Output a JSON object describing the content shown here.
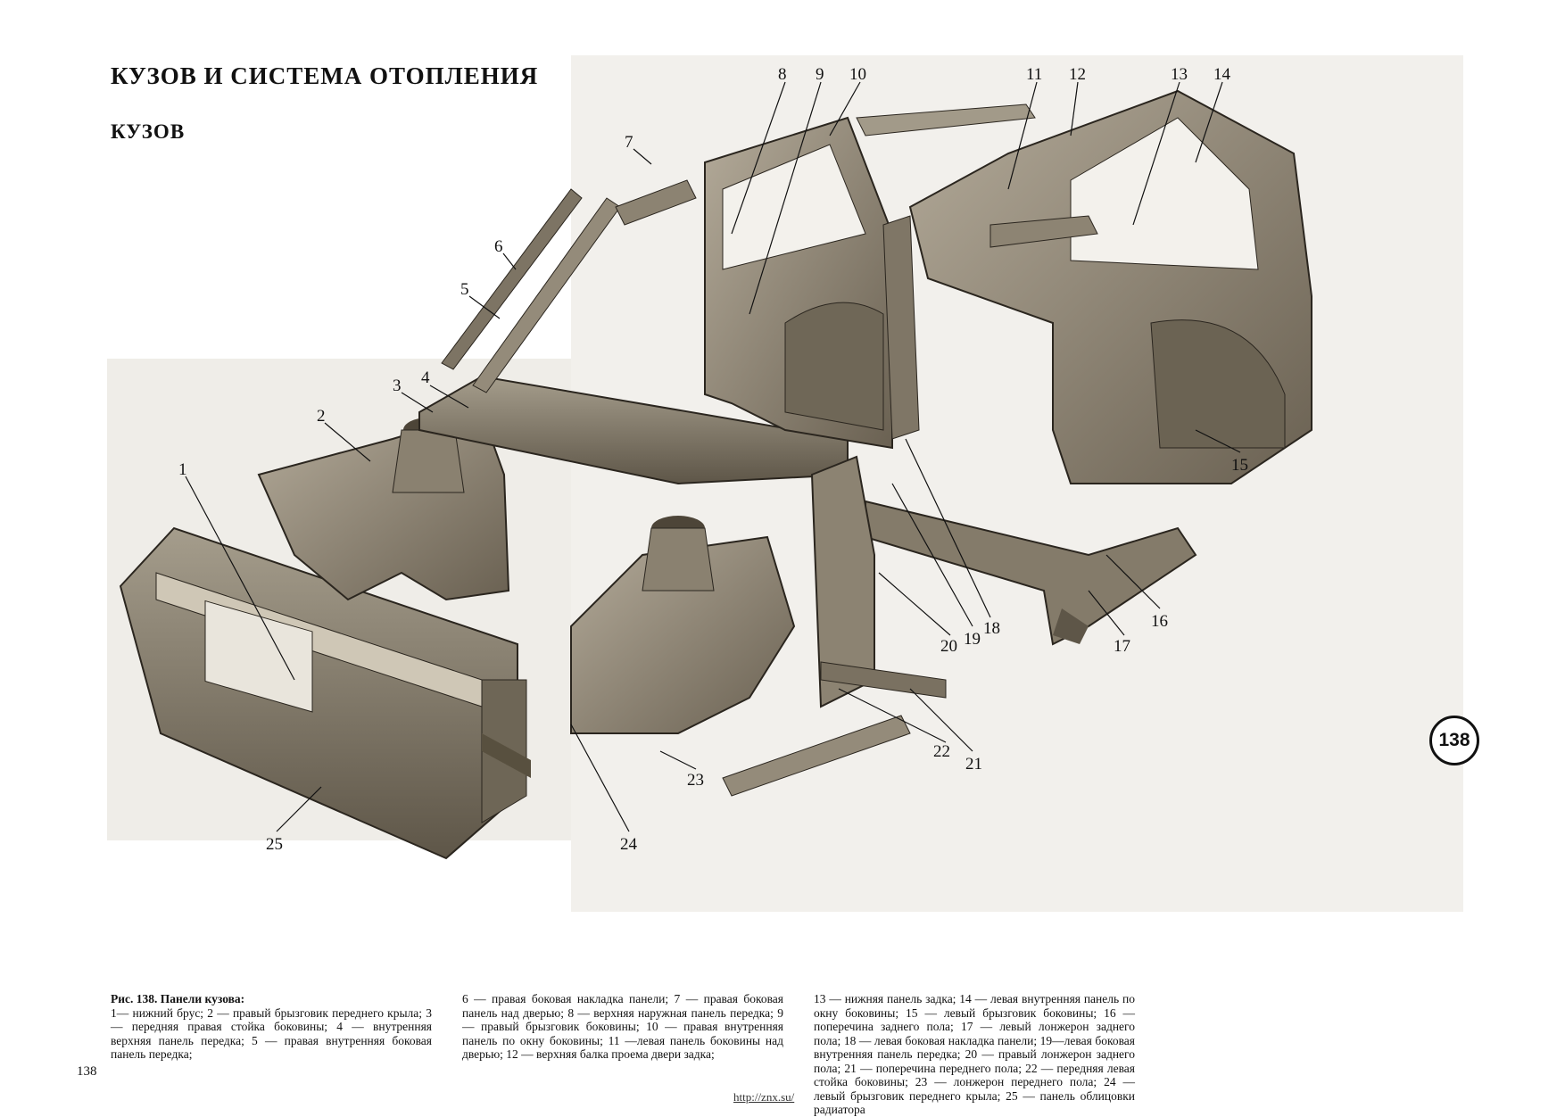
{
  "header": {
    "title": "КУЗОВ И СИСТЕМА ОТОПЛЕНИЯ",
    "subtitle": "КУЗОВ"
  },
  "figure": {
    "badge": "138",
    "callouts": [
      {
        "label": "1"
      },
      {
        "label": "2"
      },
      {
        "label": "3"
      },
      {
        "label": "4"
      },
      {
        "label": "5"
      },
      {
        "label": "6"
      },
      {
        "label": "7"
      },
      {
        "label": "8"
      },
      {
        "label": "9"
      },
      {
        "label": "10"
      },
      {
        "label": "11"
      },
      {
        "label": "12"
      },
      {
        "label": "13"
      },
      {
        "label": "14"
      },
      {
        "label": "15"
      },
      {
        "label": "16"
      },
      {
        "label": "17"
      },
      {
        "label": "18"
      },
      {
        "label": "19"
      },
      {
        "label": "20"
      },
      {
        "label": "21"
      },
      {
        "label": "22"
      },
      {
        "label": "23"
      },
      {
        "label": "24"
      },
      {
        "label": "25"
      }
    ]
  },
  "caption": {
    "heading": "Рис. 138. Панели кузова:",
    "col1": "1— нижний брус; 2 — правый брызговик переднего крыла; 3 — передняя правая стойка боковины; 4 — внутренняя верхняя панель передка; 5 — правая внутренняя боковая панель передка;",
    "col2": "6 — правая боковая накладка панели; 7 — правая боковая панель над дверью; 8 — верхняя наружная панель передка; 9 — правый брызговик боковины; 10 — правая внутренняя панель по окну боковины; 11 —левая панель боковины над дверью; 12 — верхняя балка проема двери задка;",
    "col3": "13 — нижняя панель задка; 14 — левая внутренняя панель по окну боковины; 15 — левый брызговик боковины; 16 — поперечина заднего пола; 17 — левый лонжерон заднего пола; 18 — левая боковая накладка панели; 19—левая боковая внутренняя панель передка; 20 — правый лонжерон заднего пола; 21 — поперечина переднего пола; 22 — передняя левая стойка боковины; 23 — лонжерон переднего пола; 24 — левый брызговик переднего крыла; 25 — панель облицовки радиатора"
  },
  "footer": {
    "page_number": "138",
    "url": "http://znx.su/"
  },
  "colors": {
    "panel_fill": "#8f8676",
    "panel_dark": "#5e5648",
    "panel_light": "#b9b1a1",
    "background_ghost": "#efede8"
  }
}
